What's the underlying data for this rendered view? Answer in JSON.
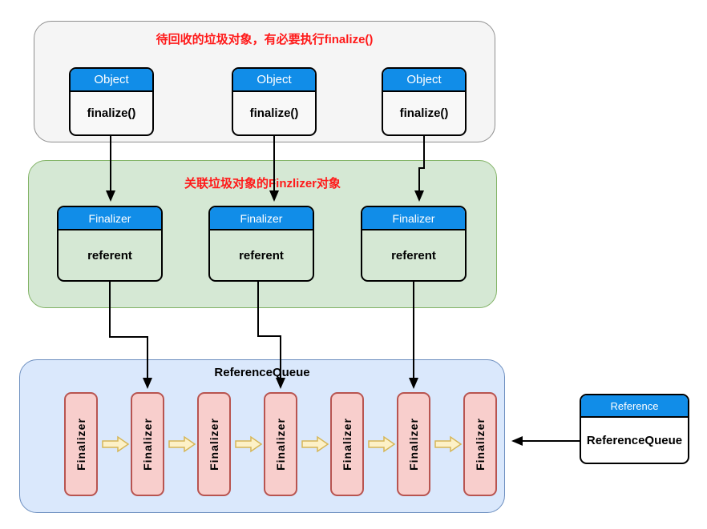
{
  "diagram": {
    "garbage_section": {
      "title": "待回收的垃圾对象，有必要执行finalize()",
      "boxes": [
        {
          "header": "Object",
          "body": "finalize()"
        },
        {
          "header": "Object",
          "body": "finalize()"
        },
        {
          "header": "Object",
          "body": "finalize()"
        }
      ]
    },
    "finalizer_section": {
      "title": "关联垃圾对象的Finzlizer对象",
      "boxes": [
        {
          "header": "Finalizer",
          "body": "referent"
        },
        {
          "header": "Finalizer",
          "body": "referent"
        },
        {
          "header": "Finalizer",
          "body": "referent"
        }
      ]
    },
    "queue_section": {
      "title": "ReferenceQueue",
      "items": [
        "Finalizer",
        "Finalizer",
        "Finalizer",
        "Finalizer",
        "Finalizer",
        "Finalizer",
        "Finalizer"
      ]
    },
    "reference_node": {
      "header": "Reference",
      "body": "ReferenceQueue"
    }
  },
  "colors": {
    "section_title_red": "#ff1a1a",
    "node_header_blue": "#118de8",
    "garbage_container_fill": "#f5f5f5",
    "garbage_container_border": "#8f8f8f",
    "finalizer_container_fill": "#d5e8d4",
    "finalizer_container_border": "#82b366",
    "queue_container_fill": "#dae8fc",
    "queue_container_border": "#6c8ebf",
    "queue_item_fill": "#f8cecc",
    "queue_item_border": "#b85450",
    "link_arrow_fill": "#fdf1c7",
    "link_arrow_border": "#d6b656",
    "connector_black": "#000000"
  },
  "icons": {
    "queue_link_arrow": "yellow-right-block-arrow",
    "connector_arrow": "black-filled-arrowhead"
  }
}
